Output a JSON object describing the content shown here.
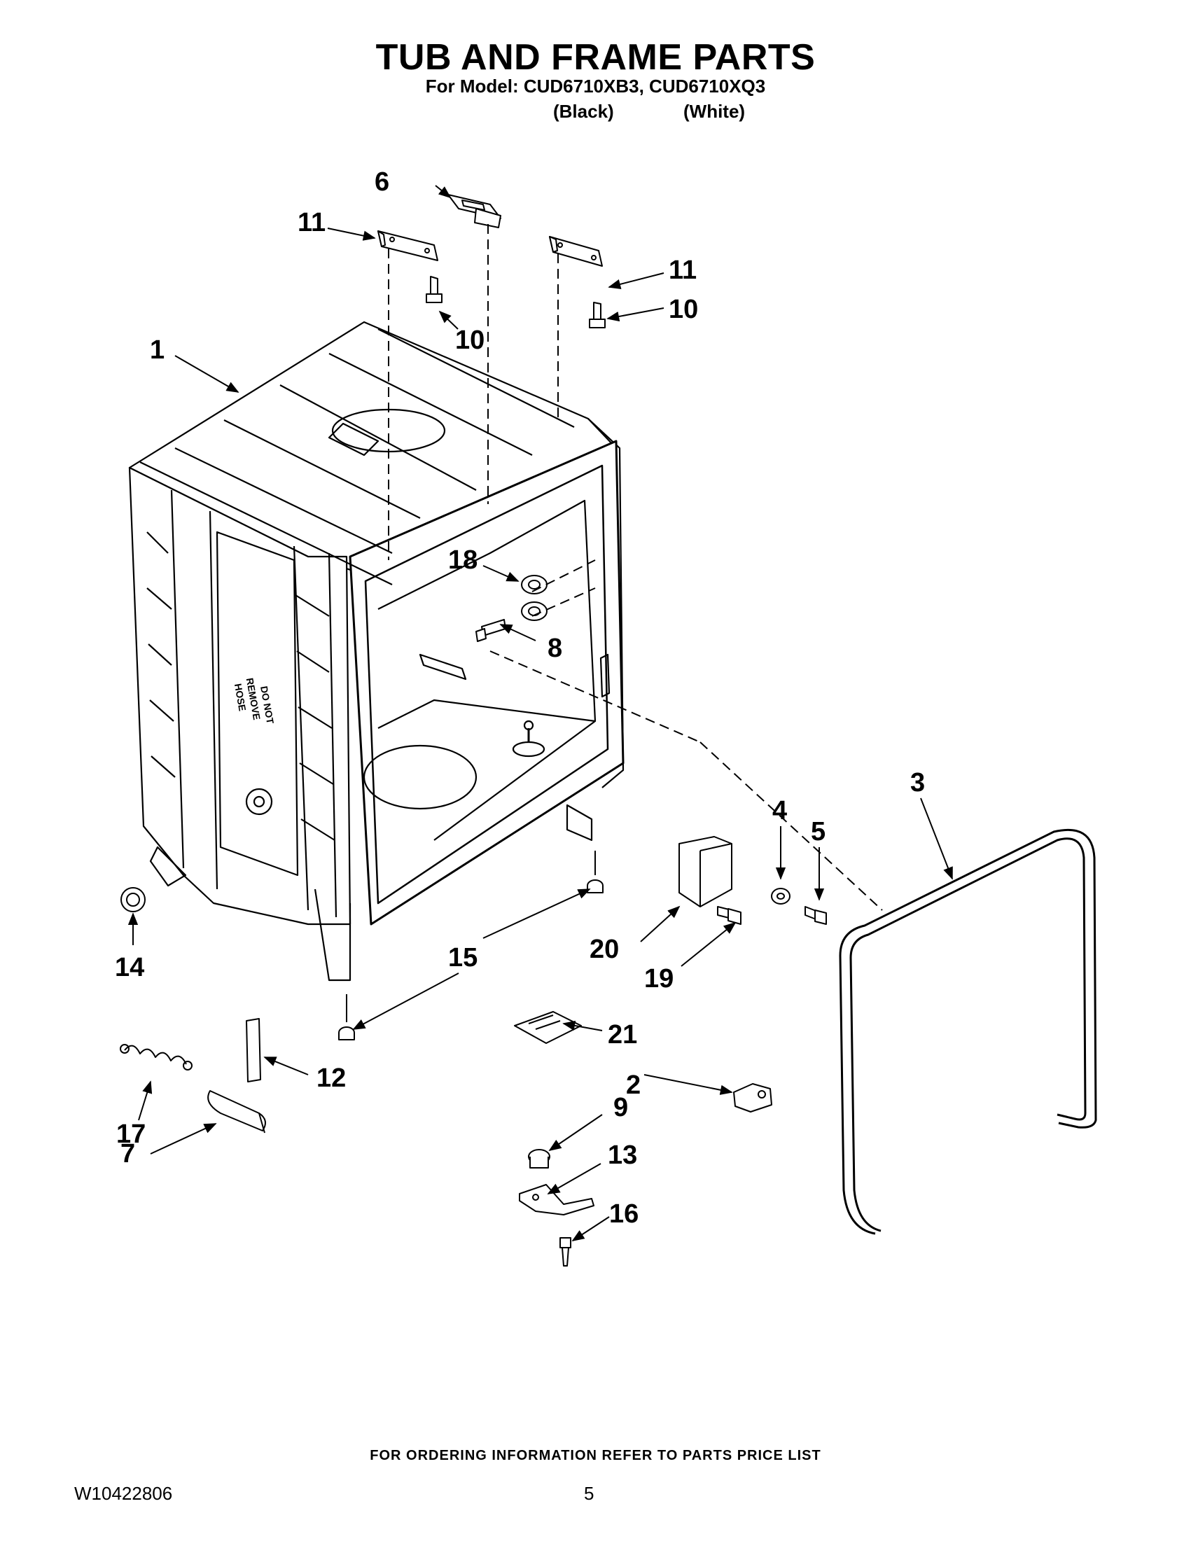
{
  "header": {
    "title": "TUB AND FRAME PARTS",
    "subtitle": "For Model: CUD6710XB3, CUD6710XQ3",
    "variant_black": "(Black)",
    "variant_white": "(White)"
  },
  "diagram": {
    "hose_label": [
      "DO NOT",
      "REMOVE",
      "HOSE"
    ],
    "callouts": [
      "1",
      "2",
      "3",
      "4",
      "5",
      "6",
      "7",
      "8",
      "9",
      "10",
      "10",
      "11",
      "11",
      "12",
      "13",
      "14",
      "15",
      "16",
      "17",
      "18",
      "19",
      "20",
      "21"
    ]
  },
  "footer": {
    "note": "FOR ORDERING INFORMATION REFER TO PARTS PRICE LIST",
    "doc_number": "W10422806",
    "page_number": "5"
  }
}
